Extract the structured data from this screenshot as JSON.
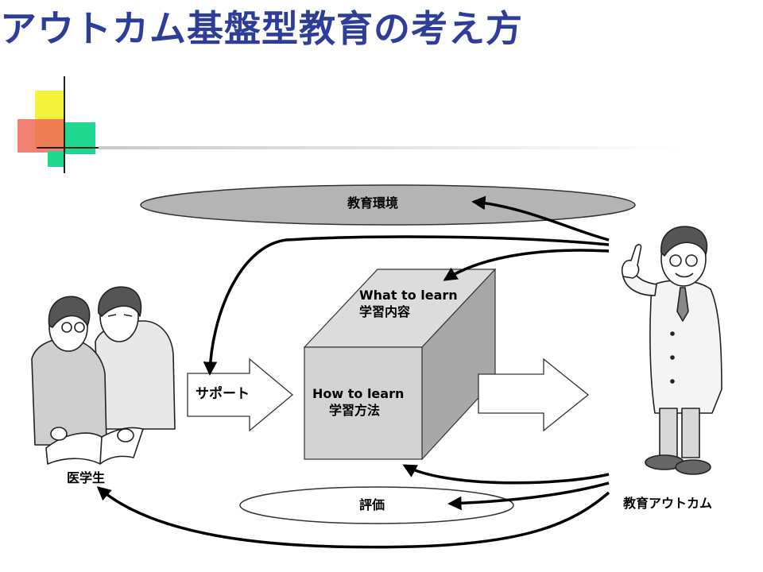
{
  "title": "アウトカム基盤型教育の考え方",
  "nodes": {
    "environment": "教育環境",
    "what_en": "What to learn",
    "what_jp": "学習内容",
    "how_en": "How to learn",
    "how_jp": "学習方法",
    "support": "サポート",
    "student": "医学生",
    "evaluation": "評価",
    "outcome": "教育アウトカム"
  },
  "colors": {
    "title": "#2e3d98",
    "accent_yellow": "#f2f23a",
    "accent_red": "#f06a5a",
    "accent_green": "#20d890",
    "environment_fill": "#b4b4b4",
    "cube_front": "#d3d3d3",
    "cube_side": "#a8a8a8"
  }
}
